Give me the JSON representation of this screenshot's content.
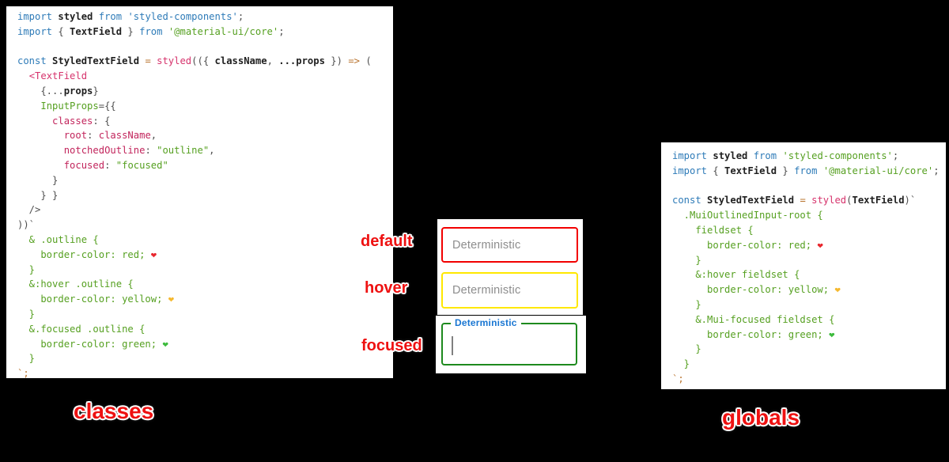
{
  "colors": {
    "keyword_blue": "#2e7bb8",
    "function_pink": "#d6336c",
    "property_pink": "#c2255c",
    "string_green": "#56a021",
    "operator_orange": "#b9742f",
    "label_red": "#ee1111",
    "field_red_border": "#f20000",
    "field_yellow_border": "#ffe800",
    "field_green_border": "#1e8a1e",
    "focused_label_blue": "#1976d2",
    "placeholder_gray": "#8d8d8d",
    "heart_red": "#e8262d",
    "heart_yellow": "#f5b82e",
    "heart_green": "#3dbb3d"
  },
  "annotations": {
    "default_label": "default",
    "hover_label": "hover",
    "focused_label": "focused",
    "classes_caption": "classes",
    "globals_caption": "globals"
  },
  "preview": {
    "default_field": {
      "placeholder": "Deterministic"
    },
    "hover_field": {
      "placeholder": "Deterministic"
    },
    "focused_field": {
      "label": "Deterministic"
    }
  },
  "icons": {
    "heart_red": "red-heart-emoji",
    "heart_yellow": "yellow-heart-emoji",
    "heart_green": "green-heart-emoji"
  },
  "code_panels": {
    "classes": {
      "lines": [
        [
          {
            "c": "kw",
            "t": "import"
          },
          {
            "c": "pl",
            "t": " "
          },
          {
            "c": "id",
            "t": "styled"
          },
          {
            "c": "pl",
            "t": " "
          },
          {
            "c": "kw",
            "t": "from"
          },
          {
            "c": "pl",
            "t": " "
          },
          {
            "c": "kw",
            "t": "'styled-components'"
          },
          {
            "c": "pl",
            "t": ";"
          }
        ],
        [
          {
            "c": "kw",
            "t": "import"
          },
          {
            "c": "pl",
            "t": " { "
          },
          {
            "c": "id",
            "t": "TextField"
          },
          {
            "c": "pl",
            "t": " } "
          },
          {
            "c": "kw",
            "t": "from"
          },
          {
            "c": "pl",
            "t": " "
          },
          {
            "c": "str",
            "t": "'@material-ui/core'"
          },
          {
            "c": "pl",
            "t": ";"
          }
        ],
        [],
        [
          {
            "c": "kw",
            "t": "const"
          },
          {
            "c": "pl",
            "t": " "
          },
          {
            "c": "id",
            "t": "StyledTextField"
          },
          {
            "c": "pl",
            "t": " "
          },
          {
            "c": "op",
            "t": "="
          },
          {
            "c": "pl",
            "t": " "
          },
          {
            "c": "fn",
            "t": "styled"
          },
          {
            "c": "pl",
            "t": "(({ "
          },
          {
            "c": "id",
            "t": "className"
          },
          {
            "c": "pl",
            "t": ", "
          },
          {
            "c": "id",
            "t": "...props"
          },
          {
            "c": "pl",
            "t": " }) "
          },
          {
            "c": "op",
            "t": "=>"
          },
          {
            "c": "pl",
            "t": " ("
          }
        ],
        [
          {
            "c": "pl",
            "t": "  "
          },
          {
            "c": "fn",
            "t": "<TextField"
          }
        ],
        [
          {
            "c": "pl",
            "t": "    {..."
          },
          {
            "c": "id",
            "t": "props"
          },
          {
            "c": "pl",
            "t": "}"
          }
        ],
        [
          {
            "c": "pl",
            "t": "    "
          },
          {
            "c": "str",
            "t": "InputProps"
          },
          {
            "c": "pl",
            "t": "={{"
          }
        ],
        [
          {
            "c": "pl",
            "t": "      "
          },
          {
            "c": "key",
            "t": "classes"
          },
          {
            "c": "pl",
            "t": ": {"
          }
        ],
        [
          {
            "c": "pl",
            "t": "        "
          },
          {
            "c": "key",
            "t": "root"
          },
          {
            "c": "pl",
            "t": ": "
          },
          {
            "c": "key",
            "t": "className"
          },
          {
            "c": "pl",
            "t": ","
          }
        ],
        [
          {
            "c": "pl",
            "t": "        "
          },
          {
            "c": "key",
            "t": "notchedOutline"
          },
          {
            "c": "pl",
            "t": ": "
          },
          {
            "c": "str",
            "t": "\"outline\""
          },
          {
            "c": "pl",
            "t": ","
          }
        ],
        [
          {
            "c": "pl",
            "t": "        "
          },
          {
            "c": "key",
            "t": "focused"
          },
          {
            "c": "pl",
            "t": ": "
          },
          {
            "c": "str",
            "t": "\"focused\""
          }
        ],
        [
          {
            "c": "pl",
            "t": "      }"
          }
        ],
        [
          {
            "c": "pl",
            "t": "    } }"
          }
        ],
        [
          {
            "c": "pl",
            "t": "  />"
          }
        ],
        [
          {
            "c": "pl",
            "t": "))`"
          }
        ],
        [
          {
            "c": "css",
            "t": "  & .outline {"
          }
        ],
        [
          {
            "c": "css",
            "t": "    border-color: red; "
          },
          {
            "c": "hr",
            "t": "❤"
          }
        ],
        [
          {
            "c": "css",
            "t": "  }"
          }
        ],
        [
          {
            "c": "css",
            "t": "  &:hover .outline {"
          }
        ],
        [
          {
            "c": "css",
            "t": "    border-color: yellow; "
          },
          {
            "c": "hy",
            "t": "❤"
          }
        ],
        [
          {
            "c": "css",
            "t": "  }"
          }
        ],
        [
          {
            "c": "css",
            "t": "  &.focused .outline {"
          }
        ],
        [
          {
            "c": "css",
            "t": "    border-color: green; "
          },
          {
            "c": "hg",
            "t": "❤"
          }
        ],
        [
          {
            "c": "css",
            "t": "  }"
          }
        ],
        [
          {
            "c": "op",
            "t": "`;"
          }
        ]
      ]
    },
    "globals": {
      "lines": [
        [
          {
            "c": "kw",
            "t": "import"
          },
          {
            "c": "pl",
            "t": " "
          },
          {
            "c": "id",
            "t": "styled"
          },
          {
            "c": "pl",
            "t": " "
          },
          {
            "c": "kw",
            "t": "from"
          },
          {
            "c": "pl",
            "t": " "
          },
          {
            "c": "str",
            "t": "'styled-components'"
          },
          {
            "c": "pl",
            "t": ";"
          }
        ],
        [
          {
            "c": "kw",
            "t": "import"
          },
          {
            "c": "pl",
            "t": " { "
          },
          {
            "c": "id",
            "t": "TextField"
          },
          {
            "c": "pl",
            "t": " } "
          },
          {
            "c": "kw",
            "t": "from"
          },
          {
            "c": "pl",
            "t": " "
          },
          {
            "c": "str",
            "t": "'@material-ui/core'"
          },
          {
            "c": "pl",
            "t": ";"
          }
        ],
        [],
        [
          {
            "c": "kw",
            "t": "const"
          },
          {
            "c": "pl",
            "t": " "
          },
          {
            "c": "id",
            "t": "StyledTextField"
          },
          {
            "c": "pl",
            "t": " "
          },
          {
            "c": "op",
            "t": "="
          },
          {
            "c": "pl",
            "t": " "
          },
          {
            "c": "fn",
            "t": "styled"
          },
          {
            "c": "pl",
            "t": "("
          },
          {
            "c": "id",
            "t": "TextField"
          },
          {
            "c": "pl",
            "t": ")`"
          }
        ],
        [
          {
            "c": "css",
            "t": "  .MuiOutlinedInput-root {"
          }
        ],
        [
          {
            "c": "css",
            "t": "    fieldset {"
          }
        ],
        [
          {
            "c": "css",
            "t": "      border-color: red; "
          },
          {
            "c": "hr",
            "t": "❤"
          }
        ],
        [
          {
            "c": "css",
            "t": "    }"
          }
        ],
        [
          {
            "c": "css",
            "t": "    &:hover fieldset {"
          }
        ],
        [
          {
            "c": "css",
            "t": "      border-color: yellow; "
          },
          {
            "c": "hy",
            "t": "❤"
          }
        ],
        [
          {
            "c": "css",
            "t": "    }"
          }
        ],
        [
          {
            "c": "css",
            "t": "    &.Mui-focused fieldset {"
          }
        ],
        [
          {
            "c": "css",
            "t": "      border-color: green; "
          },
          {
            "c": "hg",
            "t": "❤"
          }
        ],
        [
          {
            "c": "css",
            "t": "    }"
          }
        ],
        [
          {
            "c": "css",
            "t": "  }"
          }
        ],
        [
          {
            "c": "op",
            "t": "`;"
          }
        ]
      ]
    }
  }
}
